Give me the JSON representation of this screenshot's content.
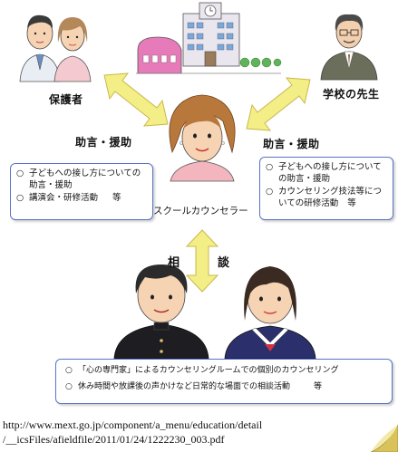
{
  "labels": {
    "guardian": "保護者",
    "school_teacher": "学校の先生",
    "advice_left": "助言・援助",
    "advice_right": "助言・援助",
    "counselor": "スクールカウンセラー",
    "consult_1": "相",
    "consult_2": "談"
  },
  "left_box": {
    "items": [
      {
        "bullet": "○",
        "text": "子どもへの接し方についての助言・援助"
      },
      {
        "bullet": "○",
        "text": "講演会・研修活動",
        "etc": "等"
      }
    ]
  },
  "right_box": {
    "items": [
      {
        "bullet": "○",
        "text": "子どもへの接し方についての助言・援助"
      },
      {
        "bullet": "○",
        "text": "カウンセリング技法等についての研修活動",
        "etc": "等"
      }
    ]
  },
  "bottom_box": {
    "items": [
      {
        "bullet": "○",
        "text": "「心の専門家」によるカウンセリングルームでの個別のカウンセリング"
      },
      {
        "bullet": "○",
        "text": "休み時間や放課後の声かけなど日常的な場面での相談活動",
        "etc": "等"
      }
    ]
  },
  "source": {
    "line1": "http://www.mext.go.jp/component/a_menu/education/detail",
    "line2": "/__icsFiles/afieldfile/2011/01/24/1222230_003.pdf"
  },
  "colors": {
    "arrow_fill": "#f4ee86",
    "arrow_stroke": "#c9b84a",
    "box_border": "#5b72c8"
  }
}
